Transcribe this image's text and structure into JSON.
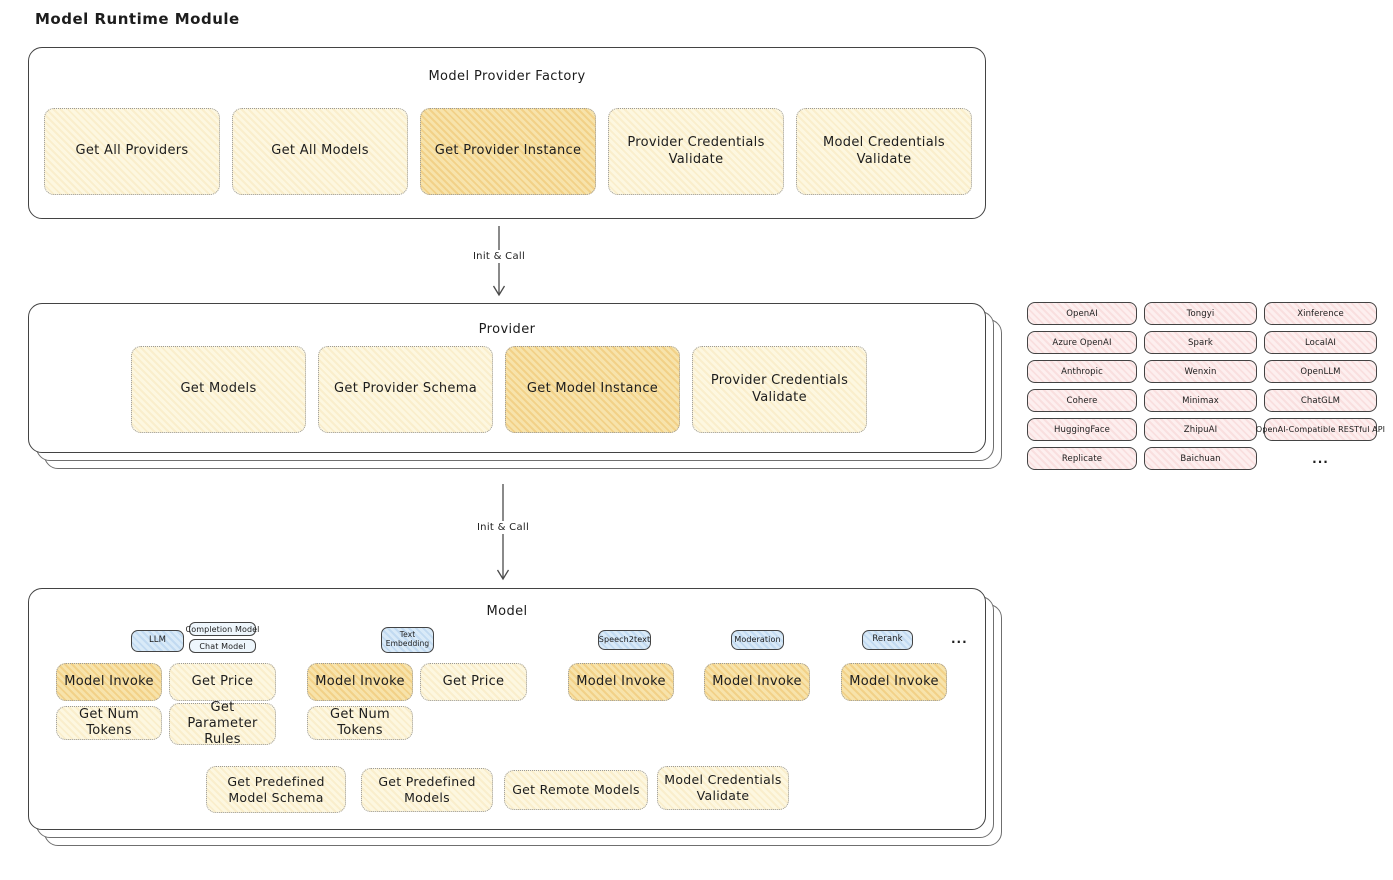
{
  "page_title": "Model Runtime Module",
  "colors": {
    "panel_border": "#434343",
    "function_box_fill": "#fdf7e0",
    "function_box_highlight_fill": "#f7e3ab",
    "provider_pill_fill": "#fdefef",
    "model_type_tag_fill": "#d9eaf8",
    "model_subtype_tag_fill": "#eef6fc"
  },
  "flow": {
    "arrow1_label": "Init & Call",
    "arrow2_label": "Init & Call"
  },
  "factory": {
    "title": "Model Provider Factory",
    "boxes": [
      {
        "label": "Get All Providers",
        "highlighted": false
      },
      {
        "label": "Get All Models",
        "highlighted": false
      },
      {
        "label": "Get Provider Instance",
        "highlighted": true
      },
      {
        "label": "Provider Credentials Validate",
        "highlighted": false
      },
      {
        "label": "Model Credentials Validate",
        "highlighted": false
      }
    ]
  },
  "provider": {
    "title": "Provider",
    "boxes": [
      {
        "label": "Get Models",
        "highlighted": false
      },
      {
        "label": "Get Provider Schema",
        "highlighted": false
      },
      {
        "label": "Get Model Instance",
        "highlighted": true
      },
      {
        "label": "Provider Credentials Validate",
        "highlighted": false
      }
    ]
  },
  "supported_providers": {
    "items": [
      "OpenAI",
      "Tongyi",
      "Xinference",
      "Azure OpenAI",
      "Spark",
      "LocalAI",
      "Anthropic",
      "Wenxin",
      "OpenLLM",
      "Cohere",
      "Minimax",
      "ChatGLM",
      "HuggingFace",
      "ZhipuAI",
      "OpenAI-Compatible RESTful API",
      "Replicate",
      "Baichuan"
    ],
    "ellipsis": "..."
  },
  "model": {
    "title": "Model",
    "tags_ellipsis": "...",
    "groups": [
      {
        "tag": "LLM",
        "subtags": [
          "Completion Model",
          "Chat Model"
        ],
        "functions": [
          "Model Invoke",
          "Get Price",
          "Get Num Tokens",
          "Get Parameter Rules"
        ]
      },
      {
        "tag": "Text Embedding",
        "functions": [
          "Model Invoke",
          "Get Price",
          "Get Num Tokens"
        ]
      },
      {
        "tag": "Speech2text",
        "functions": [
          "Model Invoke"
        ]
      },
      {
        "tag": "Moderation",
        "functions": [
          "Model Invoke"
        ]
      },
      {
        "tag": "Rerank",
        "functions": [
          "Model Invoke"
        ]
      }
    ],
    "shared_functions": [
      "Get Predefined Model Schema",
      "Get Predefined Models",
      "Get Remote Models",
      "Model Credentials Validate"
    ]
  }
}
